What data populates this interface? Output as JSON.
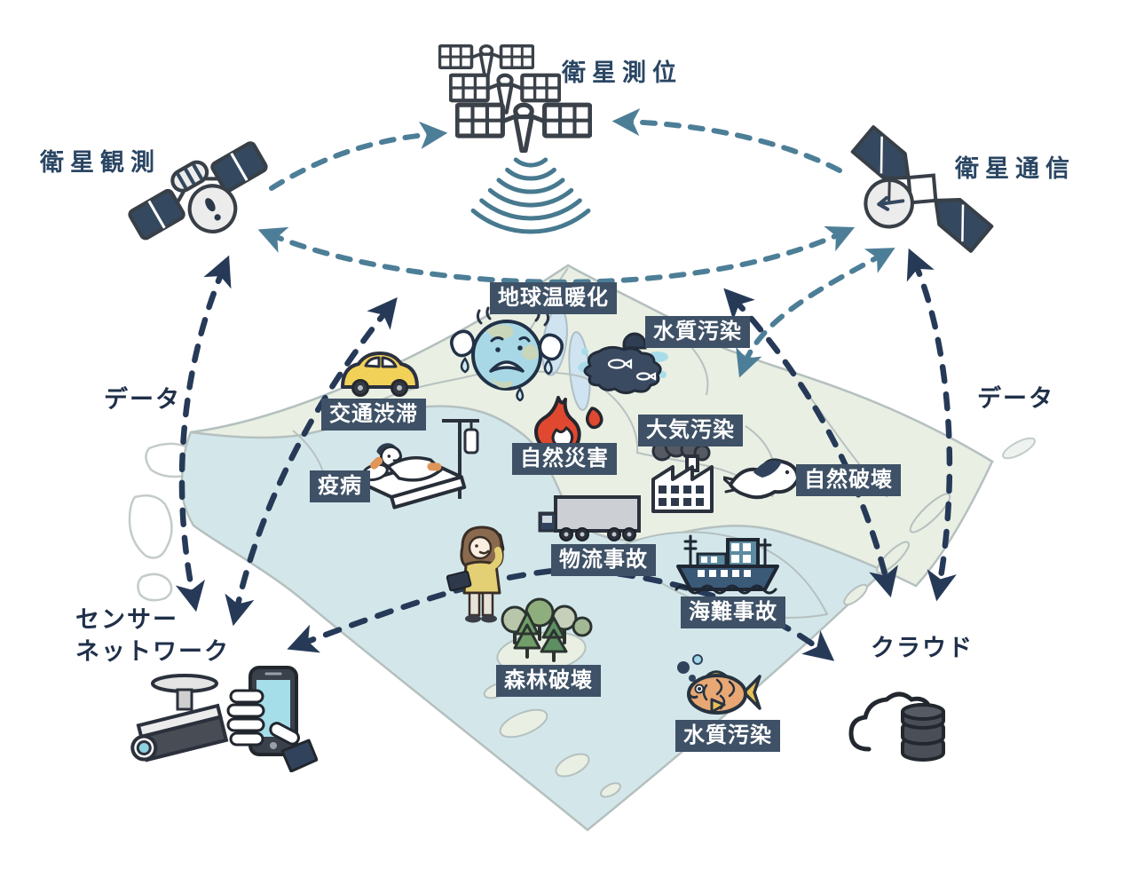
{
  "diagram": {
    "satellites": {
      "positioning": {
        "label": "衛星測位"
      },
      "observation": {
        "label": "衛星観測"
      },
      "communication": {
        "label": "衛星通信"
      }
    },
    "ground": {
      "sensor_network": {
        "line1": "センサー",
        "line2": "ネットワーク"
      },
      "cloud": {
        "label": "クラウド"
      }
    },
    "data_labels": {
      "left": "データ",
      "right": "データ"
    },
    "map_tags": [
      {
        "label": "地球温暖化"
      },
      {
        "label": "水質汚染"
      },
      {
        "label": "交通渋滞"
      },
      {
        "label": "疫病"
      },
      {
        "label": "自然災害"
      },
      {
        "label": "大気汚染"
      },
      {
        "label": "自然破壊"
      },
      {
        "label": "物流事故"
      },
      {
        "label": "海難事故"
      },
      {
        "label": "森林破壊"
      },
      {
        "label": "水質汚染"
      }
    ],
    "icons": {
      "positioning": "gps-satellite-icon",
      "waves": "radio-waves-icon",
      "observation": "observation-satellite-icon",
      "communication": "communication-satellite-icon",
      "global_warming": "crying-earth-icon",
      "traffic": "car-icon",
      "water_pollution_top": "oil-spill-icon",
      "natural_disaster": "fire-icon",
      "air_pollution": "factory-icon",
      "nature_destruction": "dove-icon",
      "epidemic": "sick-person-bed-icon",
      "logistics": "truck-icon",
      "citizen": "woman-with-phone-icon",
      "marine": "ship-icon",
      "deforestation": "trees-icon",
      "water_pollution_bottom": "fish-icon",
      "sensor_camera": "cctv-camera-icon",
      "sensor_phone": "hand-smartphone-icon",
      "cloud_storage": "cloud-database-icon"
    },
    "colors": {
      "arrow_teal": "#4d7e97",
      "arrow_navy": "#263a58",
      "tag_background": "#3e5166",
      "title_text": "#2a4663",
      "map_water": "#d3e7eb",
      "map_land": "#e9efe3"
    }
  }
}
